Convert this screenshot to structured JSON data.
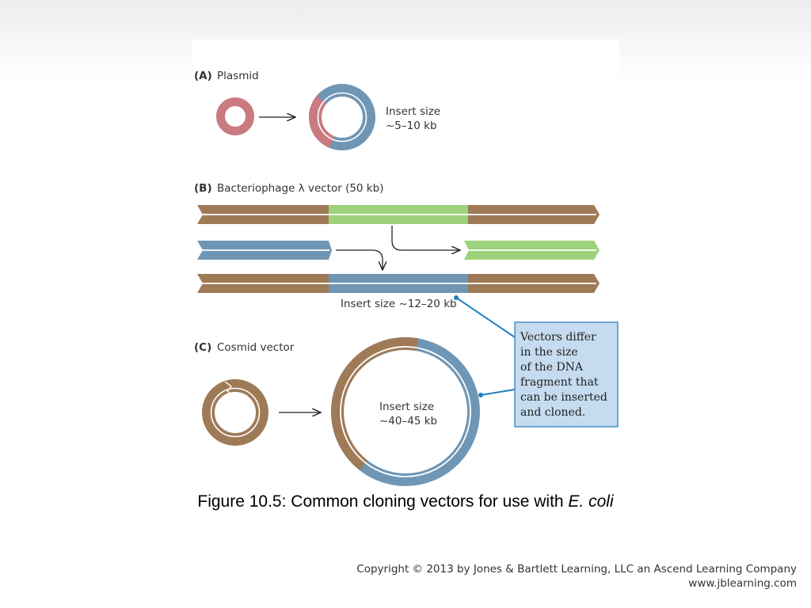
{
  "colors": {
    "plasmid": "#c97b80",
    "vector_backbone": "#9f7a57",
    "insert": "#6f96b5",
    "lambda_stuffer": "#9ed27a",
    "callout_bg": "#c5dbef",
    "callout_border": "#3f87bf",
    "pointer": "#1f7fc0"
  },
  "panel_a": {
    "label": "(A)",
    "title": "Plasmid",
    "insert_size_label": "Insert size",
    "insert_size_value": "~5–10 kb"
  },
  "panel_b": {
    "label": "(B)",
    "title": "Bacteriophage λ vector (50 kb)",
    "insert_size_text": "Insert size ~12–20 kb"
  },
  "panel_c": {
    "label": "(C)",
    "title": "Cosmid vector",
    "insert_size_label": "Insert size",
    "insert_size_value": "~40–45 kb"
  },
  "callout": {
    "lines": [
      "Vectors differ",
      "in the size",
      "of the DNA",
      "fragment that",
      "can be inserted",
      "and cloned."
    ]
  },
  "caption": {
    "prefix": "Figure 10.5: Common cloning vectors for use with ",
    "italic": "E. coli"
  },
  "copyright": {
    "line1": "Copyright © 2013 by Jones & Bartlett Learning, LLC an Ascend Learning Company",
    "line2": "www.jblearning.com"
  }
}
